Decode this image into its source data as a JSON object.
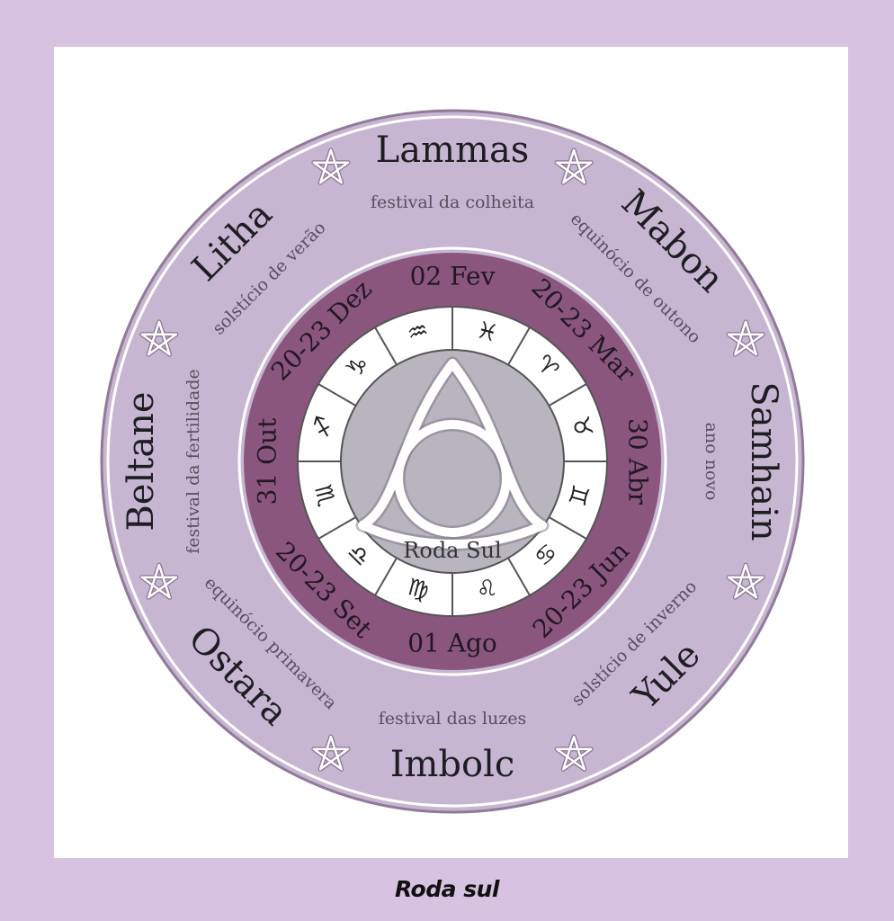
{
  "title": "Roda Sul",
  "caption": "Roda sul",
  "festivals": [
    {
      "name": "Lammas",
      "description": "festival da colheita"
    },
    {
      "name": "Mabon",
      "description": "equinócio de outono"
    },
    {
      "name": "Samhain",
      "description": "ano novo"
    },
    {
      "name": "Yule",
      "description": "solstício de inverno"
    },
    {
      "name": "Imbolc",
      "description": "festival das luzes"
    },
    {
      "name": "Ostara",
      "description": "equinócio primavera"
    },
    {
      "name": "Beltane",
      "description": "festival da fertilidade"
    },
    {
      "name": "Litha",
      "description": "solstício de verão"
    }
  ],
  "dates": [
    "02 Fev",
    "20-23 Mar",
    "30 Abr",
    "20-23 Jun",
    "01 Ago",
    "20-23 Set",
    "31 Out",
    "20-23 Dez"
  ],
  "zodiac": [
    "♒",
    "♓",
    "♈",
    "♉",
    "♊",
    "♋",
    "♌",
    "♍",
    "♎",
    "♏",
    "♐",
    "♑"
  ],
  "colors": {
    "page_background": "#d8c2e2",
    "outer_ring": "#c6b6d2",
    "date_ring": "#8a567e",
    "zodiac_ring": "#ffffff",
    "center": "#b9b5bf",
    "knot": "#ffffff"
  },
  "icons": {
    "ring_separator": "pentagram-star-icon",
    "center_symbol": "triquetra-icon"
  }
}
